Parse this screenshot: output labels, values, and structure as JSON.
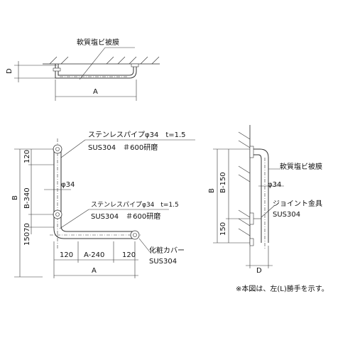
{
  "labels": {
    "top_material": "軟質塩ビ被膜",
    "top_dim_d": "D",
    "top_dim_a": "A",
    "left_pipe_spec": "ステンレスパイプφ34　t=1.5",
    "left_finish": "SUS304　＃600研磨",
    "left_dim_120": "120",
    "left_dim_b340": "B-340",
    "left_dim_b": "B",
    "left_dim_15070": "15070",
    "left_phi": "φ34",
    "left_pipe_spec2": "ステンレスパイプφ34　t=1.5",
    "left_finish2": "SUS304　＃600研磨",
    "bottom_dim_120": "120",
    "bottom_dim_a240": "A-240",
    "bottom_dim_120b": "120",
    "bottom_dim_a": "A",
    "cover_label": "化粧カバー",
    "cover_material": "SUS304",
    "right_material": "軟質塩ビ被膜",
    "right_phi": "φ34",
    "right_joint": "ジョイント金具",
    "right_joint_material": "SUS304",
    "right_dim_b": "B",
    "right_dim_b150": "B-150",
    "right_dim_150": "150",
    "right_dim_d": "D",
    "note": "※本図は、左(L)勝手を示す。"
  }
}
